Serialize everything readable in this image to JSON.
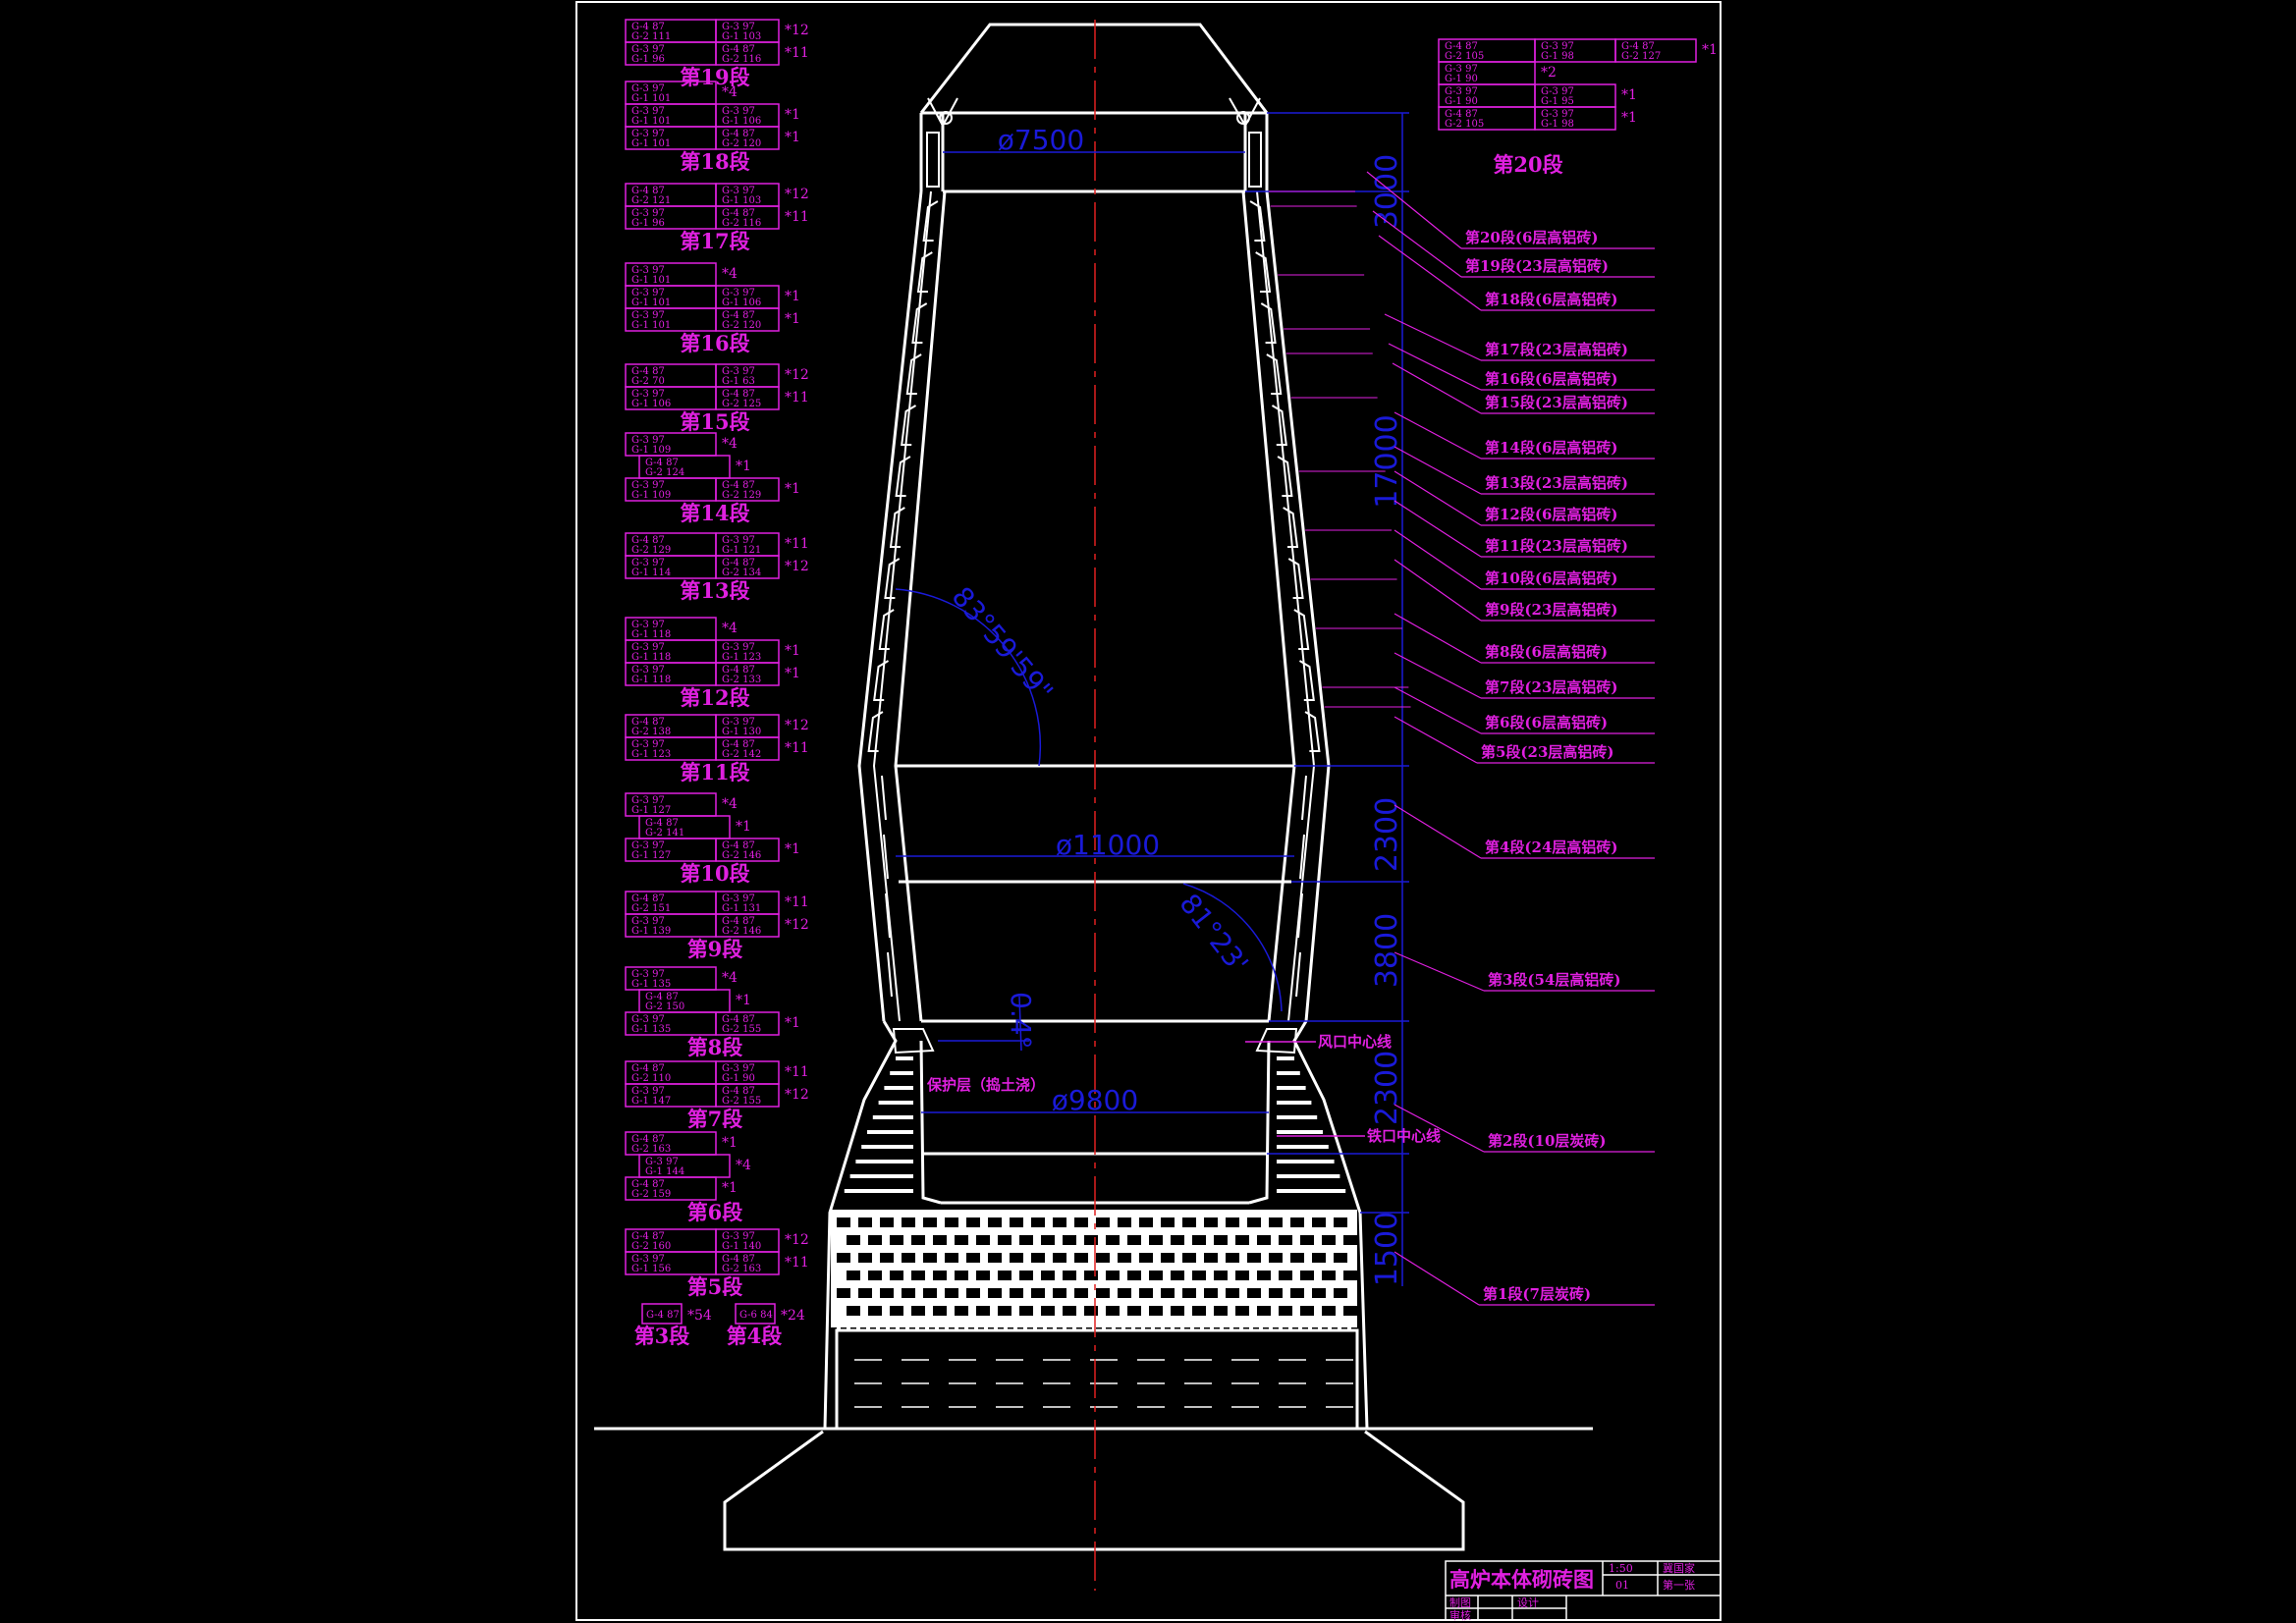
{
  "colors": {
    "background": "#000000",
    "structure": "#ffffff",
    "annotation": "#e020e0",
    "dimension": "#1a1ad8",
    "centerline": "#e02020"
  },
  "title_block": {
    "title": "高炉本体砌砖图",
    "scale": "1:50",
    "sheet": "01",
    "school": "冀国家",
    "sheet_count": "第一张",
    "row_labels": [
      "制图",
      "审核"
    ],
    "designer": "设计"
  },
  "sections": [
    {
      "label": "第19段",
      "rows": [
        {
          "a": [
            "G-4  87",
            "G-2  111"
          ],
          "b": [
            "G-3  97",
            "G-1  103"
          ],
          "mult": "*12"
        },
        {
          "a": [
            "G-3  97",
            "G-1  96"
          ],
          "b": [
            "G-4  87",
            "G-2  116"
          ],
          "mult": "*11"
        }
      ]
    },
    {
      "label": "第18段",
      "rows": [
        {
          "a": [
            "G-3  97",
            "G-1  101"
          ],
          "mult": "*4"
        },
        {
          "a": [
            "G-3  97",
            "G-1  101"
          ],
          "b": [
            "G-3  97",
            "G-1  106"
          ],
          "mult": "*1"
        },
        {
          "a": [
            "G-3  97",
            "G-1  101"
          ],
          "b": [
            "G-4  87",
            "G-2  120"
          ],
          "mult": "*1"
        }
      ]
    },
    {
      "label": "第17段",
      "rows": [
        {
          "a": [
            "G-4  87",
            "G-2  121"
          ],
          "b": [
            "G-3  97",
            "G-1  103"
          ],
          "mult": "*12"
        },
        {
          "a": [
            "G-3  97",
            "G-1  96"
          ],
          "b": [
            "G-4  87",
            "G-2  116"
          ],
          "mult": "*11"
        }
      ]
    },
    {
      "label": "第16段",
      "rows": [
        {
          "a": [
            "G-3  97",
            "G-1  101"
          ],
          "mult": "*4"
        },
        {
          "a": [
            "G-3  97",
            "G-1  101"
          ],
          "b": [
            "G-3  97",
            "G-1  106"
          ],
          "mult": "*1"
        },
        {
          "a": [
            "G-3  97",
            "G-1  101"
          ],
          "b": [
            "G-4  87",
            "G-2  120"
          ],
          "mult": "*1"
        }
      ]
    },
    {
      "label": "第15段",
      "rows": [
        {
          "a": [
            "G-4  87",
            "G-2  70"
          ],
          "b": [
            "G-3  97",
            "G-1  63"
          ],
          "mult": "*12"
        },
        {
          "a": [
            "G-3  97",
            "G-1  106"
          ],
          "b": [
            "G-4  87",
            "G-2  125"
          ],
          "mult": "*11"
        }
      ]
    },
    {
      "label": "第14段",
      "rows": [
        {
          "a": [
            "G-3  97",
            "G-1  109"
          ],
          "mult": "*4"
        },
        {
          "a": [
            "G-4  87",
            "G-2  124"
          ],
          "mult": "*1"
        },
        {
          "a": [
            "G-3  97",
            "G-1  109"
          ],
          "b": [
            "G-4  87",
            "G-2  129"
          ],
          "mult": "*1"
        }
      ]
    },
    {
      "label": "第13段",
      "rows": [
        {
          "a": [
            "G-4  87",
            "G-2  129"
          ],
          "b": [
            "G-3  97",
            "G-1  121"
          ],
          "mult": "*11"
        },
        {
          "a": [
            "G-3  97",
            "G-1  114"
          ],
          "b": [
            "G-4  87",
            "G-2  134"
          ],
          "mult": "*12"
        }
      ]
    },
    {
      "label": "第12段",
      "rows": [
        {
          "a": [
            "G-3  97",
            "G-1  118"
          ],
          "mult": "*4"
        },
        {
          "a": [
            "G-3  97",
            "G-1  118"
          ],
          "b": [
            "G-3  97",
            "G-1  123"
          ],
          "mult": "*1"
        },
        {
          "a": [
            "G-3  97",
            "G-1  118"
          ],
          "b": [
            "G-4  87",
            "G-2  133"
          ],
          "mult": "*1"
        }
      ]
    },
    {
      "label": "第11段",
      "rows": [
        {
          "a": [
            "G-4  87",
            "G-2  138"
          ],
          "b": [
            "G-3  97",
            "G-1  130"
          ],
          "mult": "*12"
        },
        {
          "a": [
            "G-3  97",
            "G-1  123"
          ],
          "b": [
            "G-4  87",
            "G-2  142"
          ],
          "mult": "*11"
        }
      ]
    },
    {
      "label": "第10段",
      "rows": [
        {
          "a": [
            "G-3  97",
            "G-1  127"
          ],
          "mult": "*4"
        },
        {
          "a": [
            "G-4  87",
            "G-2  141"
          ],
          "mult": "*1"
        },
        {
          "a": [
            "G-3  97",
            "G-1  127"
          ],
          "b": [
            "G-4  87",
            "G-2  146"
          ],
          "mult": "*1"
        }
      ]
    },
    {
      "label": "第9段",
      "rows": [
        {
          "a": [
            "G-4  87",
            "G-2  151"
          ],
          "b": [
            "G-3  97",
            "G-1  131"
          ],
          "mult": "*11"
        },
        {
          "a": [
            "G-3  97",
            "G-1  139"
          ],
          "b": [
            "G-4  87",
            "G-2  146"
          ],
          "mult": "*12"
        }
      ]
    },
    {
      "label": "第8段",
      "rows": [
        {
          "a": [
            "G-3  97",
            "G-1  135"
          ],
          "mult": "*4"
        },
        {
          "a": [
            "G-4  87",
            "G-2  150"
          ],
          "mult": "*1"
        },
        {
          "a": [
            "G-3  97",
            "G-1  135"
          ],
          "b": [
            "G-4  87",
            "G-2  155"
          ],
          "mult": "*1"
        }
      ]
    },
    {
      "label": "第7段",
      "rows": [
        {
          "a": [
            "G-4  87",
            "G-2  110"
          ],
          "b": [
            "G-3  97",
            "G-1  90"
          ],
          "mult": "*11"
        },
        {
          "a": [
            "G-3  97",
            "G-1  147"
          ],
          "b": [
            "G-4  87",
            "G-2  155"
          ],
          "mult": "*12"
        }
      ]
    },
    {
      "label": "第6段",
      "rows": [
        {
          "a": [
            "G-4  87",
            "G-2  163"
          ],
          "mult": "*1"
        },
        {
          "a": [
            "G-3  97",
            "G-1  144"
          ],
          "mult": "*4"
        },
        {
          "a": [
            "G-4  87",
            "G-2  159"
          ],
          "mult": "*1"
        }
      ]
    },
    {
      "label": "第5段",
      "rows": [
        {
          "a": [
            "G-4  87",
            "G-2  160"
          ],
          "b": [
            "G-3  97",
            "G-1  140"
          ],
          "mult": "*12"
        },
        {
          "a": [
            "G-3  97",
            "G-1  156"
          ],
          "b": [
            "G-4  87",
            "G-2  163"
          ],
          "mult": "*11"
        }
      ]
    }
  ],
  "small_sections": [
    {
      "label": "第3段",
      "cell": "G-4  87",
      "mult": "*54"
    },
    {
      "label": "第4段",
      "cell": "G-6  84",
      "mult": "*24"
    }
  ],
  "section20": {
    "label": "第20段",
    "rows": [
      {
        "cells": [
          [
            "G-4  87",
            "G-2  105"
          ],
          [
            "G-3  97",
            "G-1  98"
          ],
          [
            "G-4  87",
            "G-2  127"
          ]
        ],
        "mult": "*1"
      },
      {
        "cells": [
          [
            "G-3  97",
            "G-1  90"
          ]
        ],
        "mult": "*2"
      },
      {
        "cells": [
          [
            "G-3  97",
            "G-1  90"
          ],
          [
            "G-3  97",
            "G-1  95"
          ]
        ],
        "mult": "*1"
      },
      {
        "cells": [
          [
            "G-4  87",
            "G-2  105"
          ],
          [
            "G-3  97",
            "G-1  98"
          ]
        ],
        "mult": "*1"
      }
    ]
  },
  "callouts": [
    "第20段(6层高铝砖)",
    "第19段(23层高铝砖)",
    "第18段(6层高铝砖)",
    "第17段(23层高铝砖)",
    "第16段(6层高铝砖)",
    "第15段(23层高铝砖)",
    "第14段(6层高铝砖)",
    "第13段(23层高铝砖)",
    "第12段(6层高铝砖)",
    "第11段(23层高铝砖)",
    "第10段(6层高铝砖)",
    "第9段(23层高铝砖)",
    "第8段(6层高铝砖)",
    "第7段(23层高铝砖)",
    "第6段(6层高铝砖)",
    "第5段(23层高铝砖)",
    "第4段(24层高铝砖)",
    "第3段(54层高铝砖)",
    "第2段(10层炭砖)",
    "第1段(7层炭砖)"
  ],
  "dimensions": {
    "heights": [
      "3000",
      "17000",
      "2300",
      "3800",
      "2300",
      "1500"
    ],
    "diameters": [
      "ø7500",
      "ø11000",
      "ø9800"
    ],
    "angles": [
      "83°59'59\"",
      "81°23'",
      "0.4°"
    ]
  },
  "notes": {
    "tuyere": "风口中心线",
    "taphole": "铁口中心线",
    "protective": "保护层（捣土浇）"
  }
}
